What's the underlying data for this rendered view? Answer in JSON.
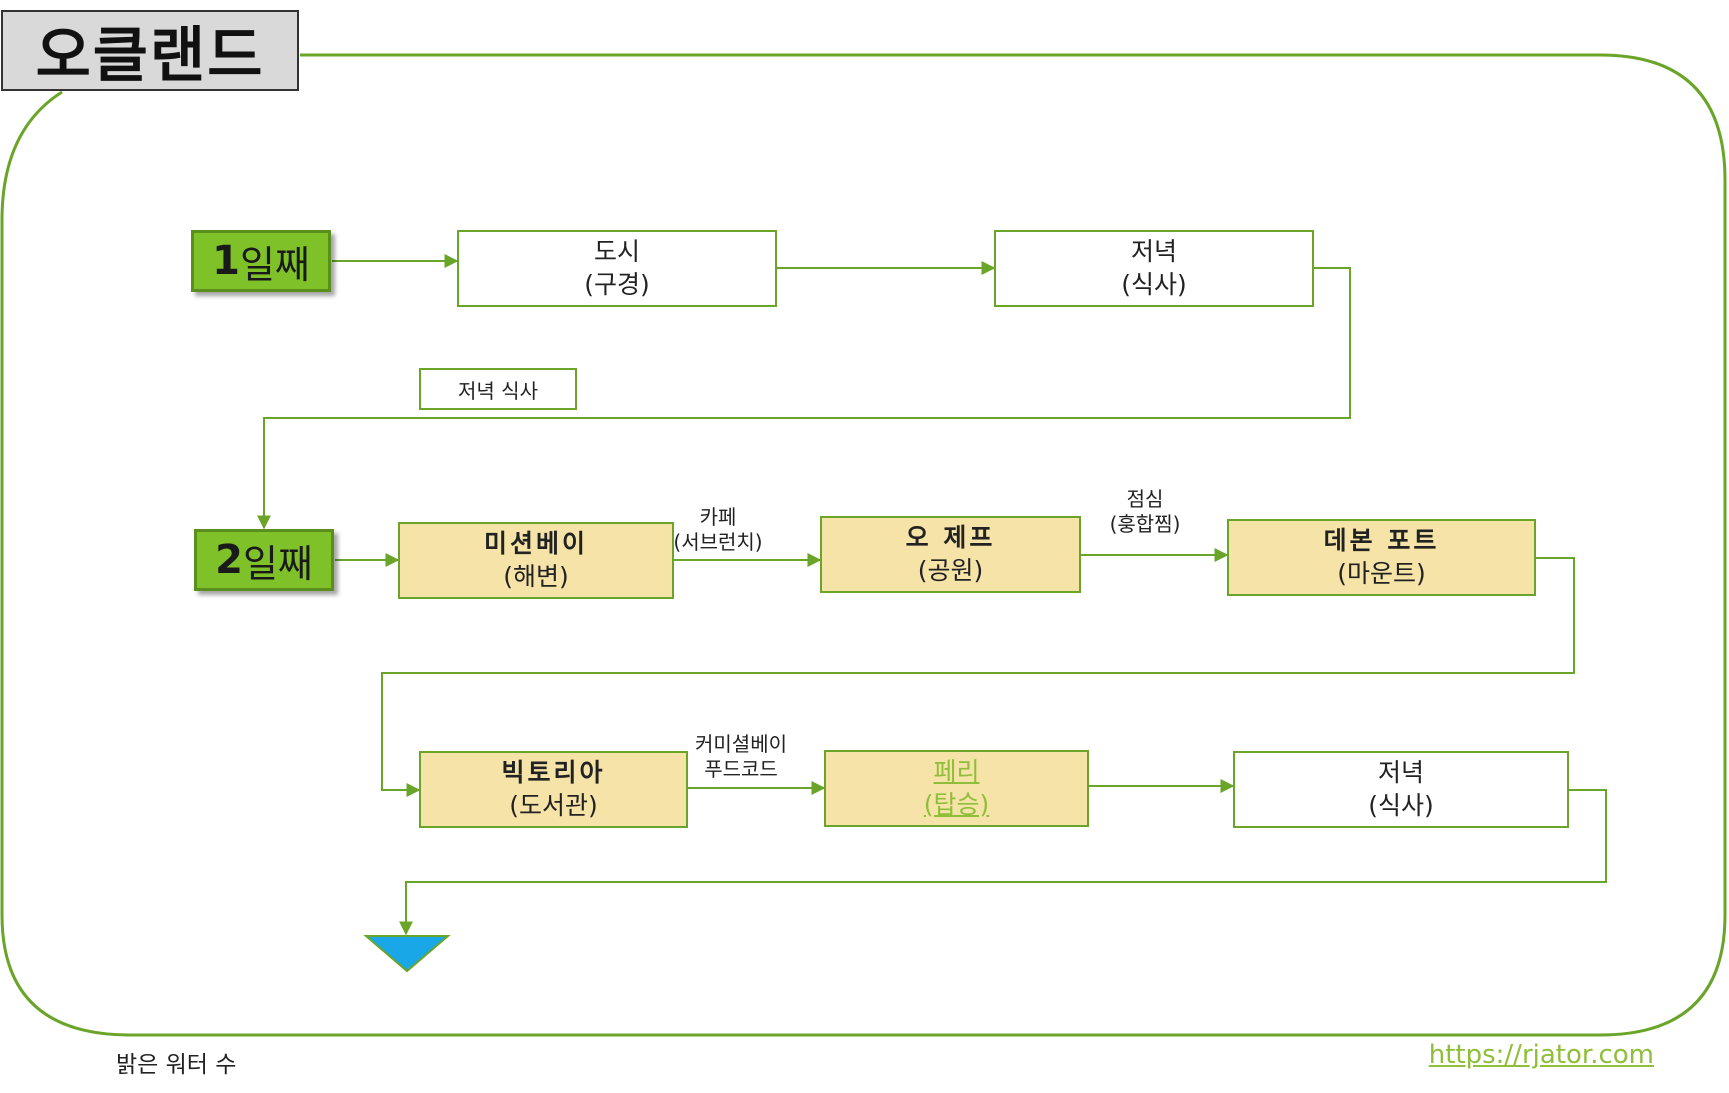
{
  "title": "오클랜드",
  "days": [
    {
      "num": "1",
      "label": "일째"
    },
    {
      "num": "2",
      "label": "일째"
    }
  ],
  "nodes": {
    "city": {
      "line1": "도시",
      "line2": "(구경)"
    },
    "dinner1": {
      "line1": "저녁",
      "line2": "(식사)"
    },
    "mission_bay": {
      "line1": "미션베이",
      "line2": "(해변)"
    },
    "one_tree": {
      "line1": "오 제프",
      "line2": "(공원)"
    },
    "devonport": {
      "line1": "데본 포트",
      "line2": "(마운트)"
    },
    "victoria": {
      "line1": "빅토리아",
      "line2": "(도서관)"
    },
    "ferry": {
      "line1": "페리",
      "line2": "(탑승)"
    },
    "dinner2": {
      "line1": "저녁",
      "line2": "(식사)"
    }
  },
  "edge_labels": {
    "cafe": {
      "line1": "카페",
      "line2": "(서브런치)"
    },
    "lunch": {
      "line1": "점심",
      "line2": "(훙합찜)"
    },
    "food": {
      "line1": "커미셜베이",
      "line2": "푸드코드"
    }
  },
  "note": "저녁 식사",
  "footer": {
    "left": "밝은 워터 수",
    "right": "https://rjator.com"
  },
  "colors": {
    "line": "#6aa52a",
    "box_fill": "#f5e3a7",
    "day_fill": "#7ec128",
    "end_marker": "#1aa7e8",
    "link": "#8fbe3a"
  }
}
